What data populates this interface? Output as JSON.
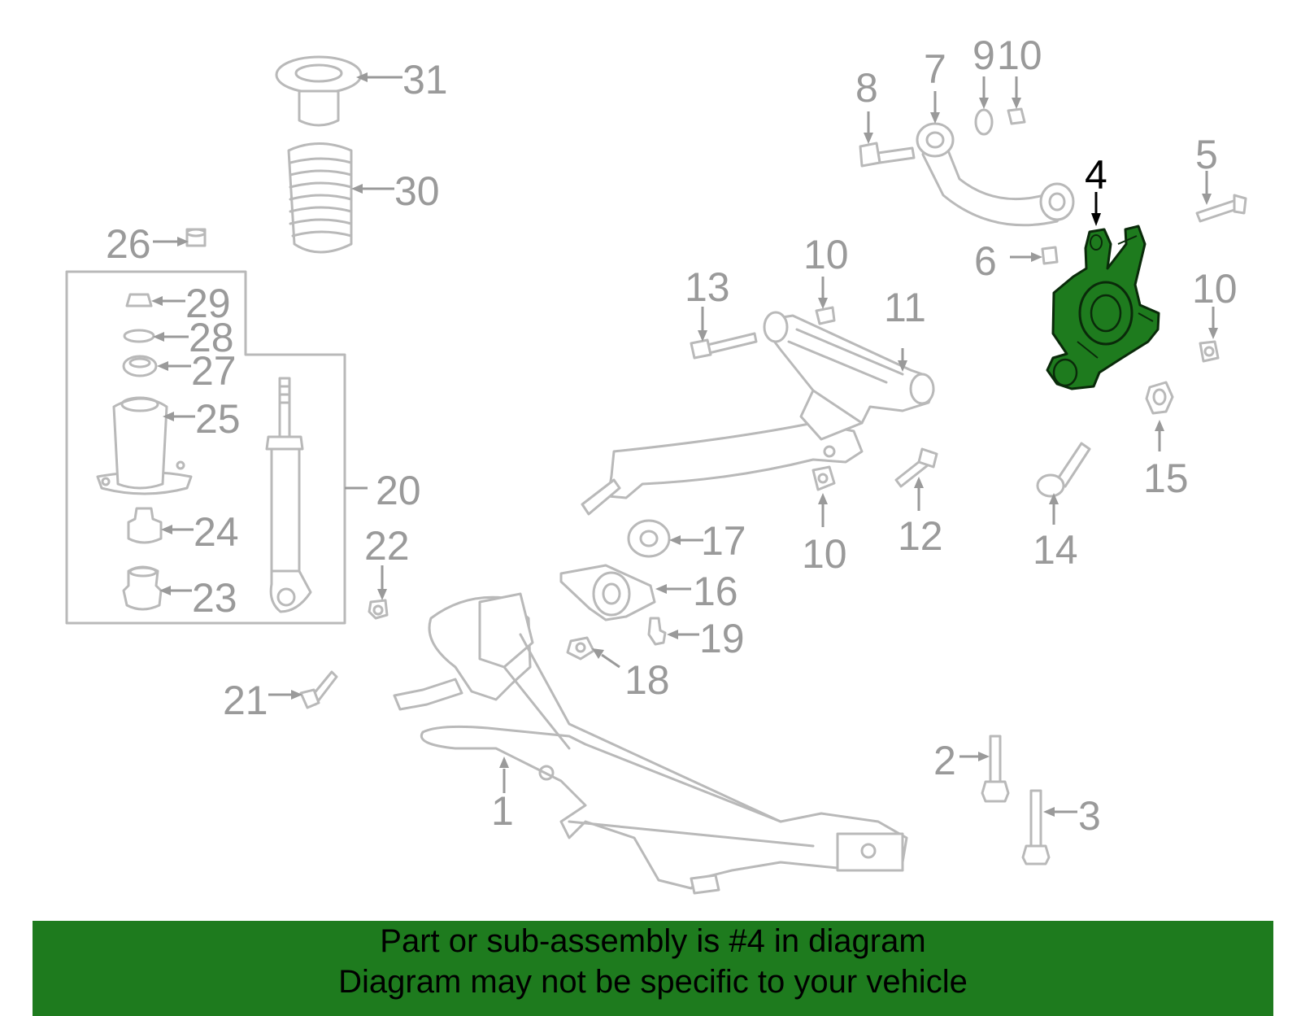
{
  "diagram": {
    "highlight_color": "#1e7b1e",
    "highlighted_part": "4",
    "callouts": {
      "c1": "1",
      "c2": "2",
      "c3": "3",
      "c4": "4",
      "c5": "5",
      "c6": "6",
      "c7": "7",
      "c8": "8",
      "c9": "9",
      "c10a": "10",
      "c10b": "10",
      "c10c": "10",
      "c10d": "10",
      "c11": "11",
      "c12": "12",
      "c13": "13",
      "c14": "14",
      "c15": "15",
      "c16": "16",
      "c17": "17",
      "c18": "18",
      "c19": "19",
      "c20": "20",
      "c21": "21",
      "c22": "22",
      "c23": "23",
      "c24": "24",
      "c25": "25",
      "c26": "26",
      "c27": "27",
      "c28": "28",
      "c29": "29",
      "c30": "30",
      "c31": "31"
    }
  },
  "footer": {
    "color": "#1e7b1e",
    "line1": "Part or sub-assembly is #4 in diagram",
    "line2": "Diagram may not be specific to your vehicle"
  }
}
